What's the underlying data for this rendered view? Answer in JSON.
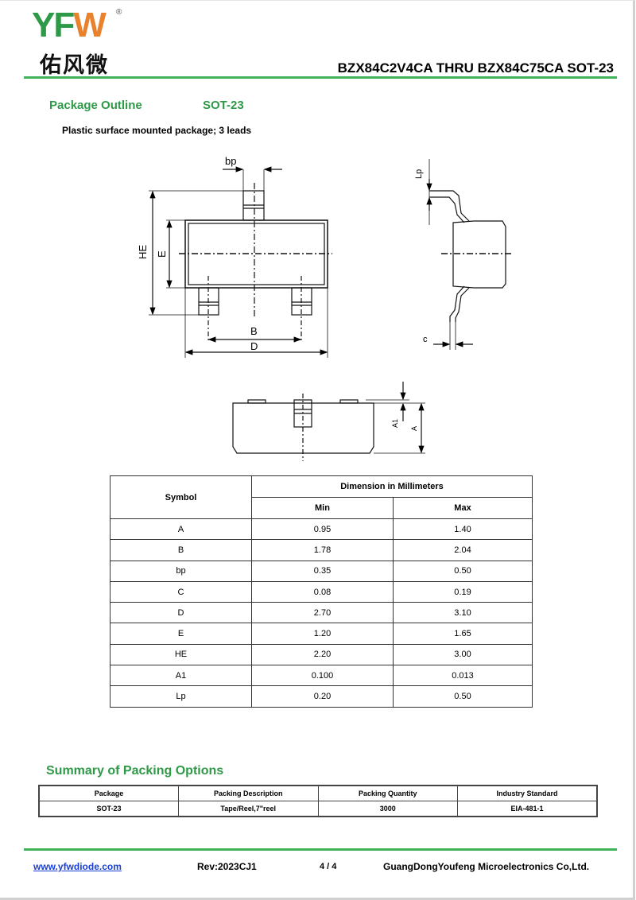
{
  "logo": {
    "latin_left": "YF",
    "latin_right": "W",
    "registered": "®",
    "chinese": "佑风微"
  },
  "header": {
    "title": "BZX84C2V4CA THRU BZX84C75CA SOT-23"
  },
  "package_outline": {
    "heading": "Package Outline",
    "package": "SOT-23",
    "description": "Plastic surface mounted package; 3 leads"
  },
  "drawing_labels": {
    "bp": "bp",
    "he": "HE",
    "e": "E",
    "b": "B",
    "d": "D",
    "lp": "Lp",
    "c": "c",
    "a1": "A1",
    "a": "A"
  },
  "dimension_table": {
    "symbol_header": "Symbol",
    "group_header": "Dimension in Millimeters",
    "min_header": "Min",
    "max_header": "Max",
    "rows": [
      {
        "symbol": "A",
        "min": "0.95",
        "max": "1.40"
      },
      {
        "symbol": "B",
        "min": "1.78",
        "max": "2.04"
      },
      {
        "symbol": "bp",
        "min": "0.35",
        "max": "0.50"
      },
      {
        "symbol": "C",
        "min": "0.08",
        "max": "0.19"
      },
      {
        "symbol": "D",
        "min": "2.70",
        "max": "3.10"
      },
      {
        "symbol": "E",
        "min": "1.20",
        "max": "1.65"
      },
      {
        "symbol": "HE",
        "min": "2.20",
        "max": "3.00"
      },
      {
        "symbol": "A1",
        "min": "0.100",
        "max": "0.013"
      },
      {
        "symbol": "Lp",
        "min": "0.20",
        "max": "0.50"
      }
    ]
  },
  "packing": {
    "heading": "Summary of Packing Options",
    "headers": [
      "Package",
      "Packing Description",
      "Packing Quantity",
      "Industry Standard"
    ],
    "row": [
      "SOT-23",
      "Tape/Reel,7\"reel",
      "3000",
      "EIA-481-1"
    ]
  },
  "footer": {
    "website": "www.yfwdiode.com",
    "revision": "Rev:2023CJ1",
    "page": "4 / 4",
    "company": "GuangDongYoufeng Microelectronics Co,Ltd."
  }
}
